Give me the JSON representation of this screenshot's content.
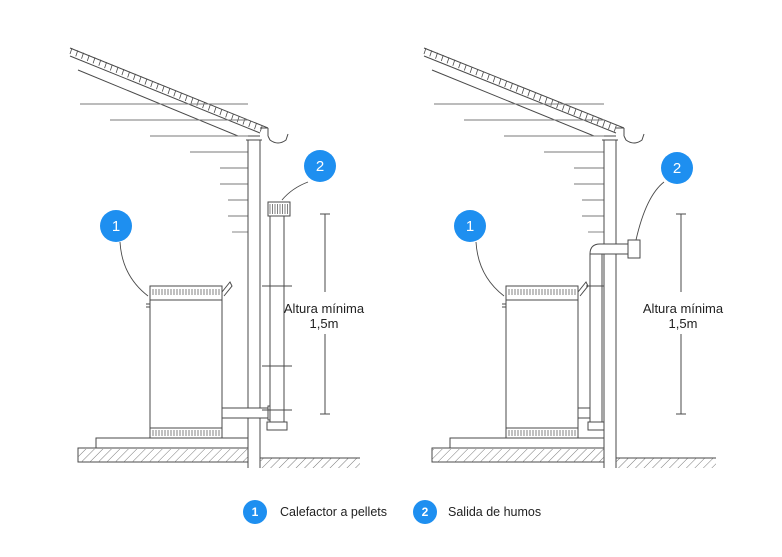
{
  "colors": {
    "badge": "#1e8ff0",
    "line": "#4a4a4a",
    "background": "#ffffff"
  },
  "diagrams": [
    {
      "id": "left",
      "height_label_line1": "Altura mínima",
      "height_label_line2": "1,5m",
      "badge_stove": "1",
      "badge_flue": "2",
      "outlet_type": "vertical-cap"
    },
    {
      "id": "right",
      "height_label_line1": "Altura mínima",
      "height_label_line2": "1,5m",
      "badge_stove": "1",
      "badge_flue": "2",
      "outlet_type": "horizontal-terminal"
    }
  ],
  "legend": [
    {
      "number": "1",
      "label": "Calefactor a pellets"
    },
    {
      "number": "2",
      "label": "Salida de humos"
    }
  ]
}
